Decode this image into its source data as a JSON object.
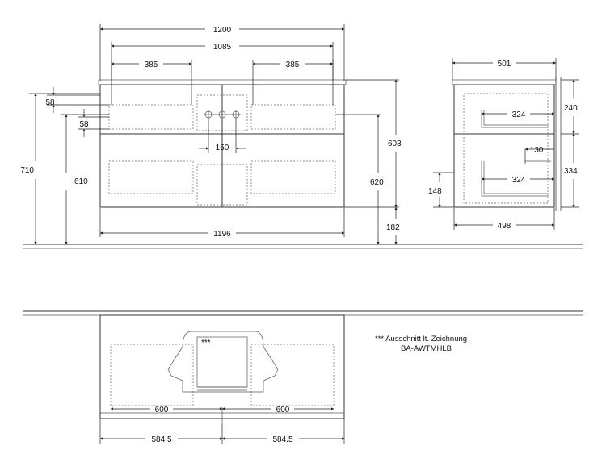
{
  "front_view": {
    "overall_width": "1200",
    "inner_width": "1085",
    "drawer_left_width": "385",
    "drawer_right_width": "385",
    "siphon_top_offset": "58",
    "siphon_second_offset": "58",
    "siphon_spacing": "150",
    "total_height": "710",
    "mount_height": "610",
    "cabinet_height": "603",
    "floor_to_top": "620",
    "floor_clearance": "182",
    "bottom_width": "1196"
  },
  "side_view": {
    "depth_top": "501",
    "depth_bottom": "498",
    "upper_drawer_depth": "324",
    "lower_drawer_depth": "324",
    "cutout_depth": "130",
    "upper_height": "240",
    "lower_height": "334",
    "side_offset": "148"
  },
  "plan_view": {
    "left_half": "600",
    "right_half": "600",
    "left_center": "584.5",
    "right_center": "584.5",
    "cutout_marker": "***",
    "note_line1": "*** Ausschnitt lt. Zeichnung",
    "note_line2": "BA-AWTMHLB"
  }
}
